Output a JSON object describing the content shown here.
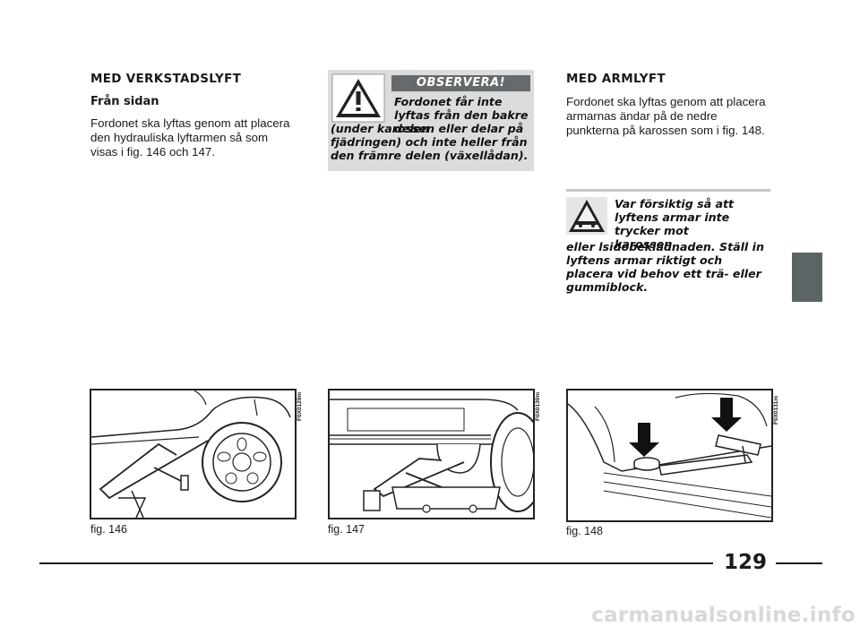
{
  "left": {
    "heading": "MED VERKSTADSLYFT",
    "subheading": "Från sidan",
    "body": "Fordonet ska lyftas genom att placera den hydrauliska lyftarmen så som visas i fig. 146 och 147."
  },
  "middle": {
    "banner": "OBSERVERA!",
    "warning_lead": "Fordonet får inte lyftas från den bakre delen",
    "warning_rest": "(under karossen eller delar på fjädringen) och inte heller från den främre delen (växellådan)."
  },
  "right": {
    "heading": "MED ARMLYFT",
    "body": "Fordonet ska lyftas genom att placera armarnas ändar på de nedre punkterna på karossen som i fig. 148.",
    "caution_lead": "Var försiktig så att lyftens armar inte trycker mot karossen",
    "caution_rest": "eller lsidobeklädnaden. Ställ in lyftens armar riktigt och placera vid behov ett trä- eller gummiblock."
  },
  "figures": [
    {
      "code": "F0X0129m",
      "caption": "fig. 146"
    },
    {
      "code": "F0X0130m",
      "caption": "fig. 147"
    },
    {
      "code": "F0X0131m",
      "caption": "fig. 148"
    }
  ],
  "page_number": "129",
  "watermark": "carmanualsonline.info",
  "colors": {
    "tab": "#5c6466",
    "banner": "#666a6c",
    "warning_bg": "#dcdcdc",
    "rule": "#1a1a1a"
  }
}
